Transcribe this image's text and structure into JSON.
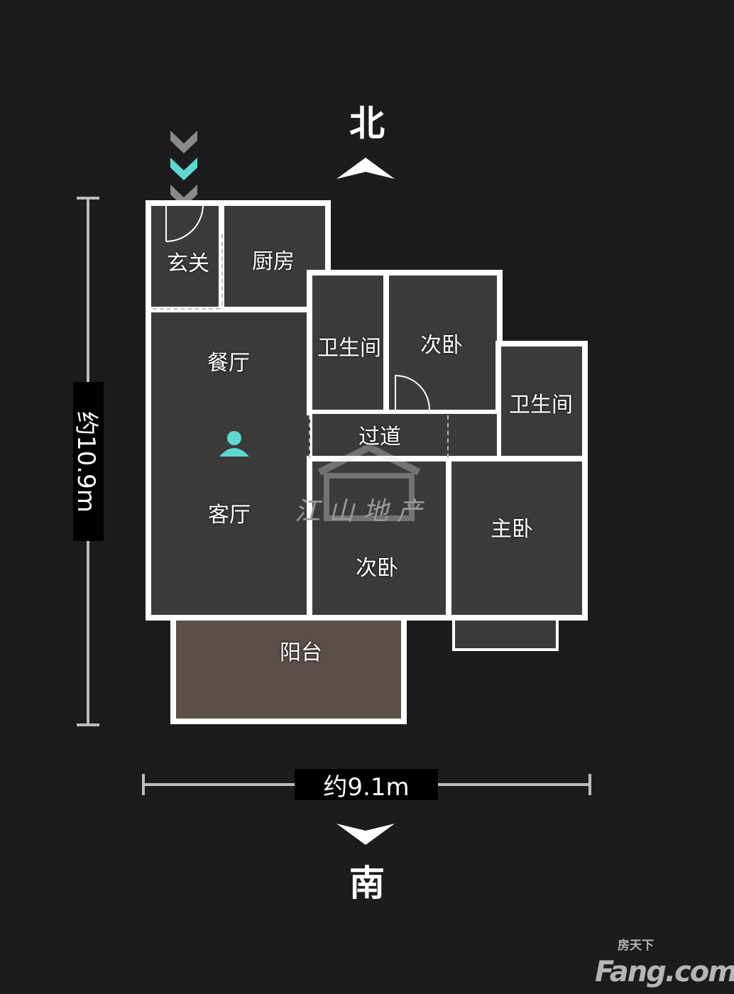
{
  "compass": {
    "north": "北",
    "south": "南"
  },
  "dimensions": {
    "height": "约10.9m",
    "width": "约9.1m"
  },
  "rooms": {
    "entrance": "玄关",
    "kitchen": "厨房",
    "dining": "餐厅",
    "living": "客厅",
    "bathroom1": "卫生间",
    "bedroom2a": "次卧",
    "bathroom2": "卫生间",
    "corridor": "过道",
    "bedroom2b": "次卧",
    "master": "主卧",
    "balcony": "阳台"
  },
  "watermark": "江山地产",
  "logo": {
    "brand": "Fang.com",
    "cn": "房天下"
  },
  "colors": {
    "accent": "#5fd8d2",
    "wall": "#ffffff",
    "background": "#1c1c1e"
  }
}
